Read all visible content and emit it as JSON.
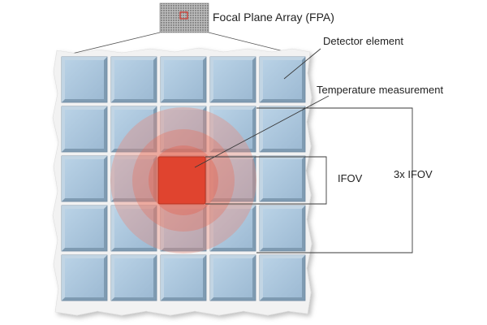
{
  "labels": {
    "fpa": "Focal Plane Array (FPA)",
    "detector_element": "Detector element",
    "temperature_measurement": "Temperature measurement",
    "ifov": "IFOV",
    "ifov3": "3x IFOV"
  },
  "grid": {
    "rows": 5,
    "cols": 5
  },
  "colors": {
    "cell_fill": "#a9c5dd",
    "cell_edge": "#6f8aa0",
    "board": "#f1f1f1",
    "ring_outer": "#f2c8bf",
    "ring_mid": "#ee9f92",
    "ring_inner": "#e9786a",
    "hot_pixel": "#e0442f",
    "line": "#3a3a3a"
  }
}
